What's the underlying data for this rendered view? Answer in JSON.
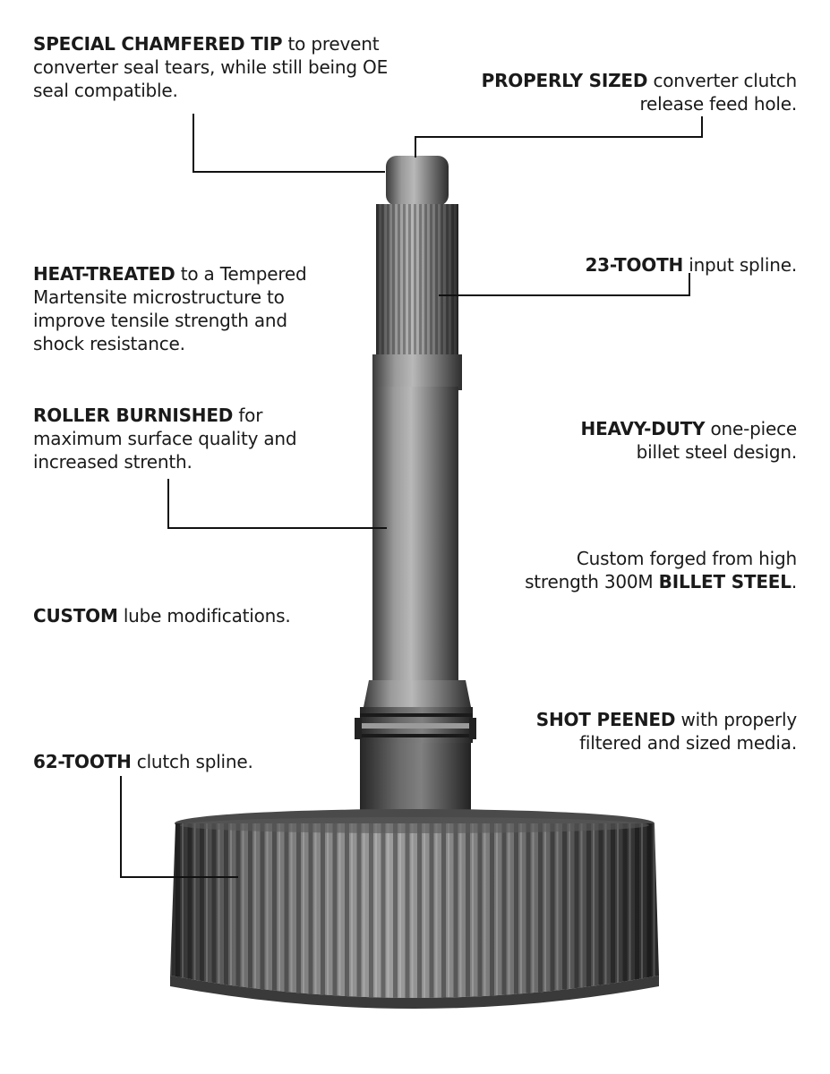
{
  "callouts": {
    "chamfered_tip": {
      "bold": "SPECIAL CHAMFERED TIP",
      "text": " to prevent converter seal tears, while still being OE seal compatible."
    },
    "feed_hole": {
      "bold": "PROPERLY SIZED",
      "text": " converter clutch release feed hole."
    },
    "heat_treated": {
      "bold": "HEAT-TREATED",
      "text": " to a Tempered Martensite microstructure to improve tensile strength and shock resistance."
    },
    "input_spline": {
      "bold": "23-TOOTH",
      "text": " input spline."
    },
    "roller_burnished": {
      "bold": "ROLLER BURNISHED",
      "text": " for maximum surface quality and increased strenth."
    },
    "heavy_duty": {
      "bold": "HEAVY-DUTY",
      "text": " one-piece billet steel design."
    },
    "billet_steel": {
      "text": "Custom forged from high strength 300M ",
      "bold": "BILLET STEEL",
      "suffix": "."
    },
    "custom_lube": {
      "bold": "CUSTOM",
      "text": " lube modifications."
    },
    "shot_peened": {
      "bold": "SHOT PEENED",
      "text": " with properly filtered and sized media."
    },
    "clutch_spline": {
      "bold": "62-TOOTH",
      "text": " clutch spline."
    }
  },
  "colors": {
    "leader": "#111111",
    "steel_light": "#b5b5b5",
    "steel_mid": "#7c7c7c",
    "steel_dark": "#3a3a3a"
  }
}
